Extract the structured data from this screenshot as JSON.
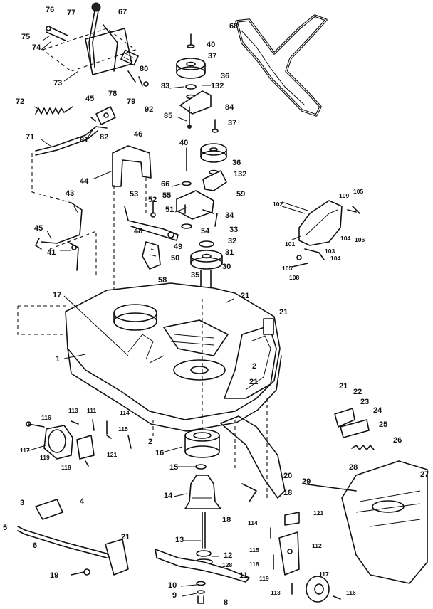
{
  "diagram": {
    "type": "exploded-parts-diagram",
    "callouts": [
      {
        "id": "c76",
        "text": "76"
      },
      {
        "id": "c77",
        "text": "77"
      },
      {
        "id": "c67",
        "text": "67"
      },
      {
        "id": "c75",
        "text": "75"
      },
      {
        "id": "c74",
        "text": "74"
      },
      {
        "id": "c73",
        "text": "73"
      },
      {
        "id": "c78",
        "text": "78"
      },
      {
        "id": "c79",
        "text": "79"
      },
      {
        "id": "c80",
        "text": "80"
      },
      {
        "id": "c92",
        "text": "92"
      },
      {
        "id": "c72",
        "text": "72"
      },
      {
        "id": "c45a",
        "text": "45"
      },
      {
        "id": "c81",
        "text": "81"
      },
      {
        "id": "c82",
        "text": "82"
      },
      {
        "id": "c71",
        "text": "71"
      },
      {
        "id": "c46",
        "text": "46"
      },
      {
        "id": "c44",
        "text": "44"
      },
      {
        "id": "c43",
        "text": "43"
      },
      {
        "id": "c45b",
        "text": "45"
      },
      {
        "id": "c41",
        "text": "41"
      },
      {
        "id": "c53",
        "text": "53"
      },
      {
        "id": "c52",
        "text": "52"
      },
      {
        "id": "c48",
        "text": "48"
      },
      {
        "id": "c49",
        "text": "49"
      },
      {
        "id": "c50",
        "text": "50"
      },
      {
        "id": "c58",
        "text": "58"
      },
      {
        "id": "c40a",
        "text": "40"
      },
      {
        "id": "c37a",
        "text": "37"
      },
      {
        "id": "c36a",
        "text": "36"
      },
      {
        "id": "c83",
        "text": "83"
      },
      {
        "id": "c132a",
        "text": "132"
      },
      {
        "id": "c84",
        "text": "84"
      },
      {
        "id": "c85",
        "text": "85"
      },
      {
        "id": "c37b",
        "text": "37"
      },
      {
        "id": "c40b",
        "text": "40"
      },
      {
        "id": "c36b",
        "text": "36"
      },
      {
        "id": "c132b",
        "text": "132"
      },
      {
        "id": "c66",
        "text": "66"
      },
      {
        "id": "c55",
        "text": "55"
      },
      {
        "id": "c59",
        "text": "59"
      },
      {
        "id": "c51",
        "text": "51"
      },
      {
        "id": "c34",
        "text": "34"
      },
      {
        "id": "c54",
        "text": "54"
      },
      {
        "id": "c33",
        "text": "33"
      },
      {
        "id": "c32",
        "text": "32"
      },
      {
        "id": "c31",
        "text": "31"
      },
      {
        "id": "c30",
        "text": "30"
      },
      {
        "id": "c35",
        "text": "35"
      },
      {
        "id": "c68",
        "text": "68"
      },
      {
        "id": "c102",
        "text": "102"
      },
      {
        "id": "c109",
        "text": "109"
      },
      {
        "id": "c105a",
        "text": "105"
      },
      {
        "id": "c101",
        "text": "101"
      },
      {
        "id": "c104a",
        "text": "104"
      },
      {
        "id": "c106",
        "text": "106"
      },
      {
        "id": "c103",
        "text": "103"
      },
      {
        "id": "c104b",
        "text": "104"
      },
      {
        "id": "c105b",
        "text": "105"
      },
      {
        "id": "c108",
        "text": "108"
      },
      {
        "id": "c17",
        "text": "17"
      },
      {
        "id": "c21a",
        "text": "21"
      },
      {
        "id": "c21b",
        "text": "21"
      },
      {
        "id": "c1",
        "text": "1"
      },
      {
        "id": "c2a",
        "text": "2"
      },
      {
        "id": "c21c",
        "text": "21"
      },
      {
        "id": "c2b",
        "text": "2"
      },
      {
        "id": "c116a",
        "text": "116"
      },
      {
        "id": "c113a",
        "text": "113"
      },
      {
        "id": "c111",
        "text": "111"
      },
      {
        "id": "c114a",
        "text": "114"
      },
      {
        "id": "c115a",
        "text": "115"
      },
      {
        "id": "c117a",
        "text": "117"
      },
      {
        "id": "c119a",
        "text": "119"
      },
      {
        "id": "c121a",
        "text": "121"
      },
      {
        "id": "c118a",
        "text": "118"
      },
      {
        "id": "c16",
        "text": "16"
      },
      {
        "id": "c15",
        "text": "15"
      },
      {
        "id": "c14",
        "text": "14"
      },
      {
        "id": "c20",
        "text": "20"
      },
      {
        "id": "c18a",
        "text": "18"
      },
      {
        "id": "c18b",
        "text": "18"
      },
      {
        "id": "c21d",
        "text": "21"
      },
      {
        "id": "c22",
        "text": "22"
      },
      {
        "id": "c23",
        "text": "23"
      },
      {
        "id": "c24",
        "text": "24"
      },
      {
        "id": "c25",
        "text": "25"
      },
      {
        "id": "c26",
        "text": "26"
      },
      {
        "id": "c28",
        "text": "28"
      },
      {
        "id": "c29",
        "text": "29"
      },
      {
        "id": "c27",
        "text": "27"
      },
      {
        "id": "c3",
        "text": "3"
      },
      {
        "id": "c4",
        "text": "4"
      },
      {
        "id": "c5",
        "text": "5"
      },
      {
        "id": "c6",
        "text": "6"
      },
      {
        "id": "c21e",
        "text": "21"
      },
      {
        "id": "c19",
        "text": "19"
      },
      {
        "id": "c13",
        "text": "13"
      },
      {
        "id": "c12",
        "text": "12"
      },
      {
        "id": "c128",
        "text": "128"
      },
      {
        "id": "c11",
        "text": "11"
      },
      {
        "id": "c10",
        "text": "10"
      },
      {
        "id": "c9",
        "text": "9"
      },
      {
        "id": "c8",
        "text": "8"
      },
      {
        "id": "c114b",
        "text": "114"
      },
      {
        "id": "c121b",
        "text": "121"
      },
      {
        "id": "c115b",
        "text": "115"
      },
      {
        "id": "c112",
        "text": "112"
      },
      {
        "id": "c118b",
        "text": "118"
      },
      {
        "id": "c119b",
        "text": "119"
      },
      {
        "id": "c117b",
        "text": "117"
      },
      {
        "id": "c113b",
        "text": "113"
      },
      {
        "id": "c116b",
        "text": "116"
      }
    ]
  }
}
